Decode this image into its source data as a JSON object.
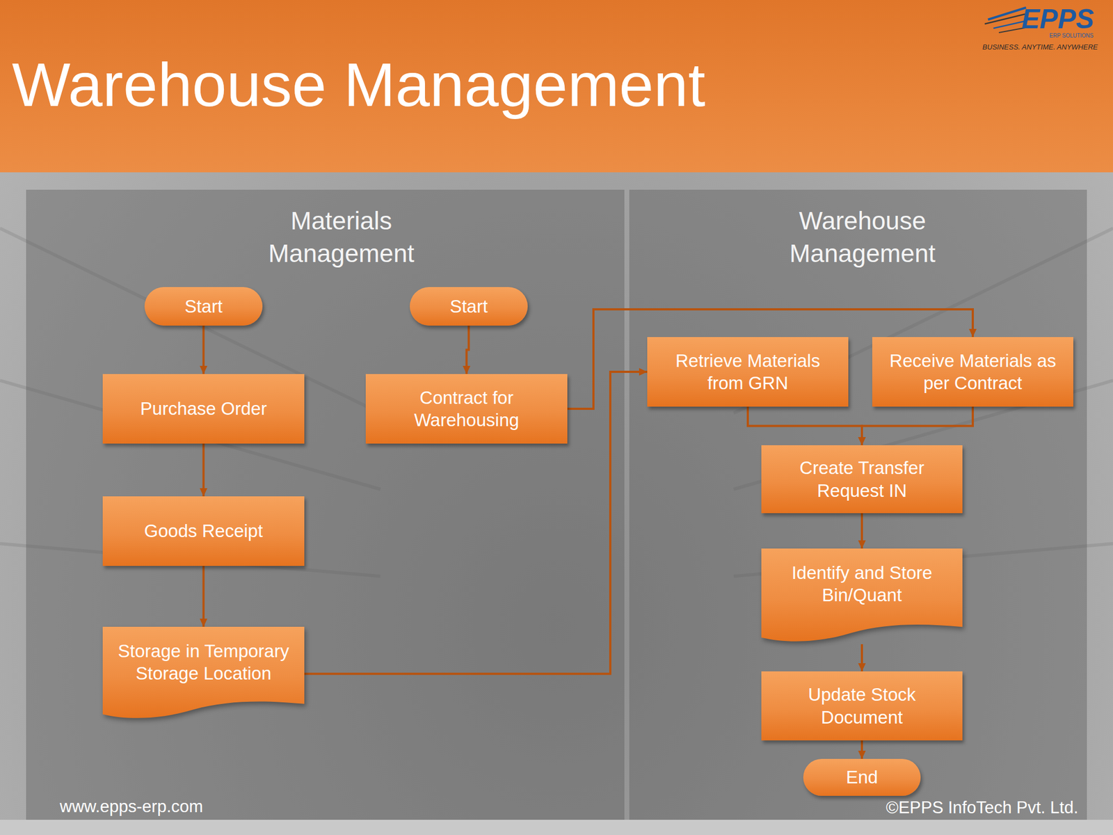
{
  "diagram": {
    "title": "Warehouse Management",
    "nodes": [
      {
        "text": [
          "Materials Management"
        ]
      },
      {
        "text": [
          "Start"
        ],
        "in": 0
      },
      {
        "text": [
          "Start"
        ],
        "in": 0
      },
      {
        "text": [
          "Purchase Order"
        ],
        "in": 0
      },
      {
        "text": [
          "Contract for Warehousing"
        ],
        "in": 0
      },
      {
        "text": [
          "Goods Receipt"
        ],
        "in": 0
      },
      {
        "text": [
          "Storage in Temporary Storage Location"
        ],
        "in": 0
      },
      {
        "text": [
          "Warehouse Management"
        ]
      },
      {
        "text": [
          "Retrieve Materials from GRN"
        ],
        "in": 7
      },
      {
        "text": [
          "Receive Materials as per Contract"
        ],
        "in": 7
      },
      {
        "text": [
          "Create Transfer Request IN"
        ],
        "in": 7
      },
      {
        "text": [
          "Identify and Store Bin/Quant"
        ],
        "in": 7
      },
      {
        "text": [
          "Update Stock Document"
        ],
        "in": 7
      },
      {
        "text": [
          "End"
        ],
        "in": 7
      }
    ],
    "edges": [
      {
        "from": 1,
        "to": 3,
        "arrow": "to"
      },
      {
        "from": 3,
        "to": 5,
        "arrow": "to"
      },
      {
        "from": 5,
        "to": 6,
        "arrow": "to"
      },
      {
        "from": 2,
        "to": 4,
        "arrow": "to"
      },
      {
        "from": 4,
        "to": 9,
        "arrow": "to"
      },
      {
        "from": 6,
        "to": 8,
        "arrow": "to"
      },
      {
        "from": 8,
        "to": 10,
        "arrow": "to"
      },
      {
        "from": 9,
        "to": 10,
        "arrow": "to"
      },
      {
        "from": 10,
        "to": 11,
        "arrow": "to"
      },
      {
        "from": 11,
        "to": 12,
        "arrow": "to"
      },
      {
        "from": 12,
        "to": 13,
        "arrow": "to"
      }
    ],
    "labels": [
      "EPPS",
      "ERP SOLUTIONS",
      "BUSINESS. ANYTIME. ANYWHERE",
      "www.epps-erp.com",
      "©EPPS InfoTech Pvt. Ltd."
    ]
  }
}
